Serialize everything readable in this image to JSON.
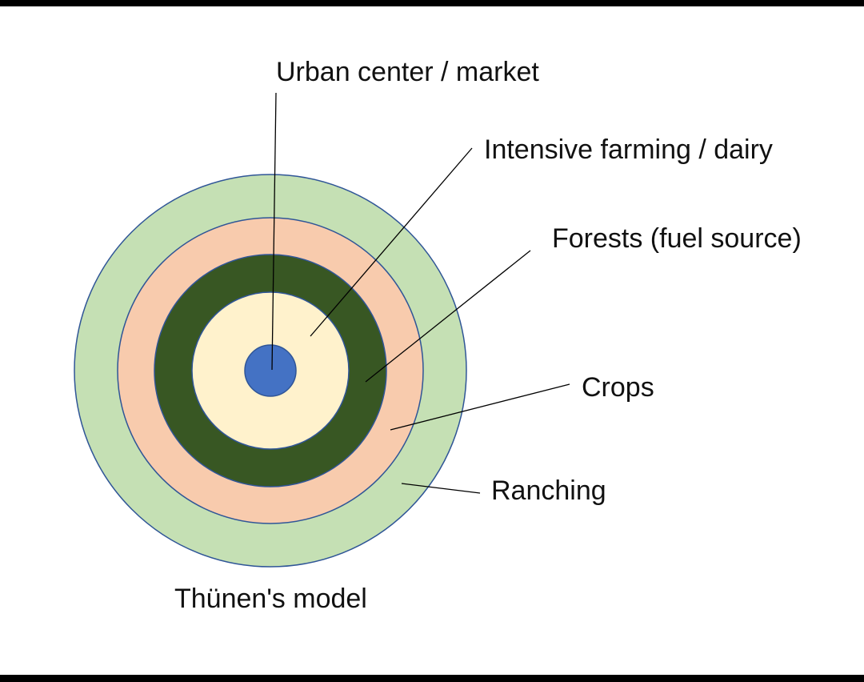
{
  "diagram": {
    "caption": "Thünen's model",
    "zones": [
      {
        "id": "ranching",
        "label": "Ranching",
        "color": "#C5E0B4"
      },
      {
        "id": "crops",
        "label": "Crops",
        "color": "#F8CBAD"
      },
      {
        "id": "forests",
        "label": "Forests (fuel source)",
        "color": "#385723"
      },
      {
        "id": "intensive",
        "label": "Intensive farming / dairy",
        "color": "#FFF2CC"
      },
      {
        "id": "urban",
        "label": "Urban center / market",
        "color": "#4472C4"
      }
    ],
    "ring_stroke_color": "#2F5597",
    "leader_line_color": "#000000",
    "frame_color": "#000000",
    "background_color": "#FFFFFF"
  }
}
